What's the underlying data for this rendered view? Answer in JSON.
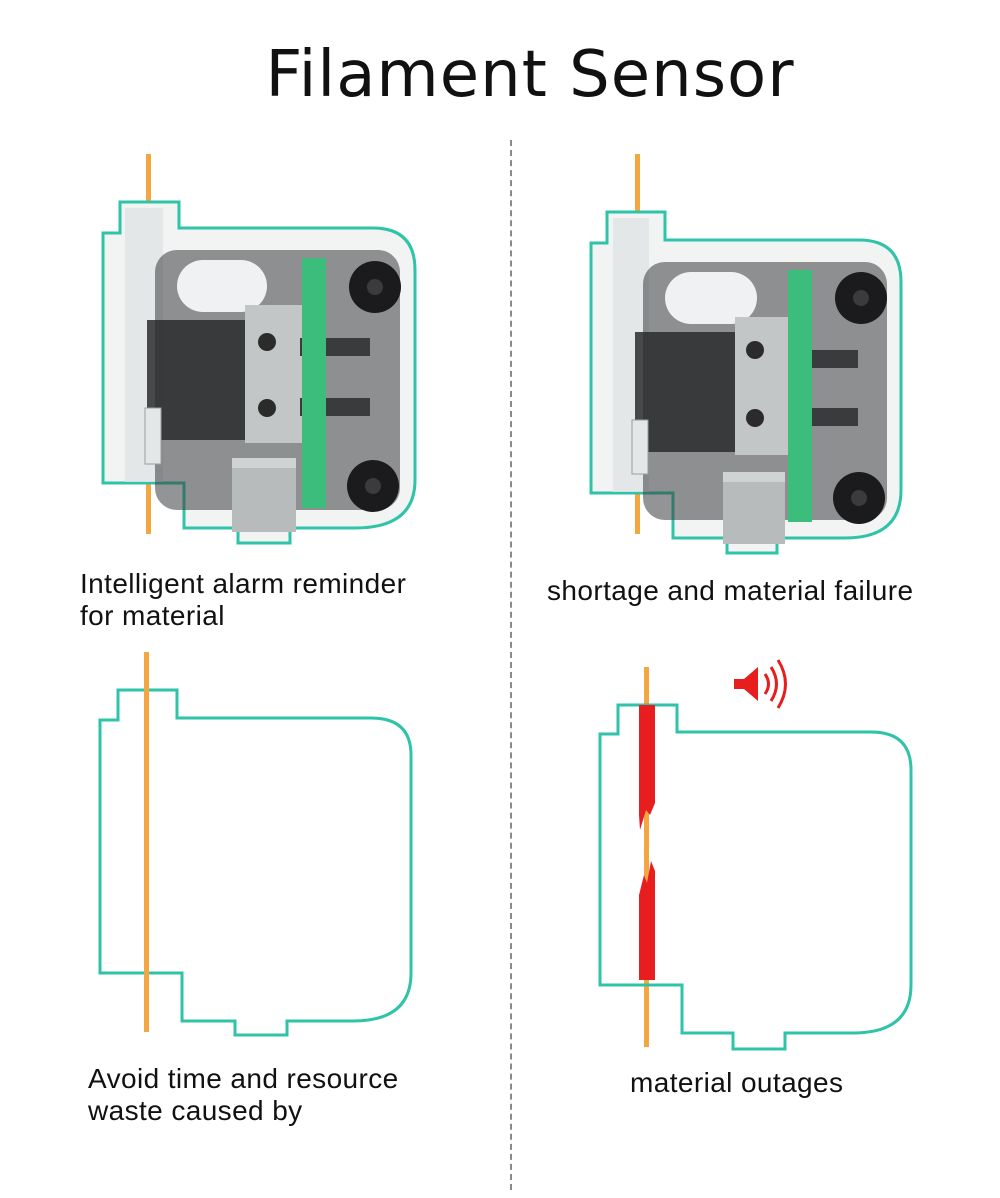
{
  "page": {
    "title": "Filament Sensor"
  },
  "colors": {
    "outline": "#2fc3a8",
    "filament": "#f4a640",
    "switch_board": "#3dbd7c",
    "alarm": "#e81e1e"
  },
  "panels": [
    {
      "id": "top-left",
      "caption_lines": [
        "Intelligent alarm reminder",
        "for material"
      ]
    },
    {
      "id": "top-right",
      "caption_lines": [
        "shortage and material failure"
      ]
    },
    {
      "id": "bottom-left",
      "caption_lines": [
        "Avoid time and resource",
        "waste caused by"
      ]
    },
    {
      "id": "bottom-right",
      "caption_lines": [
        "material outages"
      ]
    }
  ],
  "icons": {
    "alarm": "speaker-alarm-icon"
  }
}
